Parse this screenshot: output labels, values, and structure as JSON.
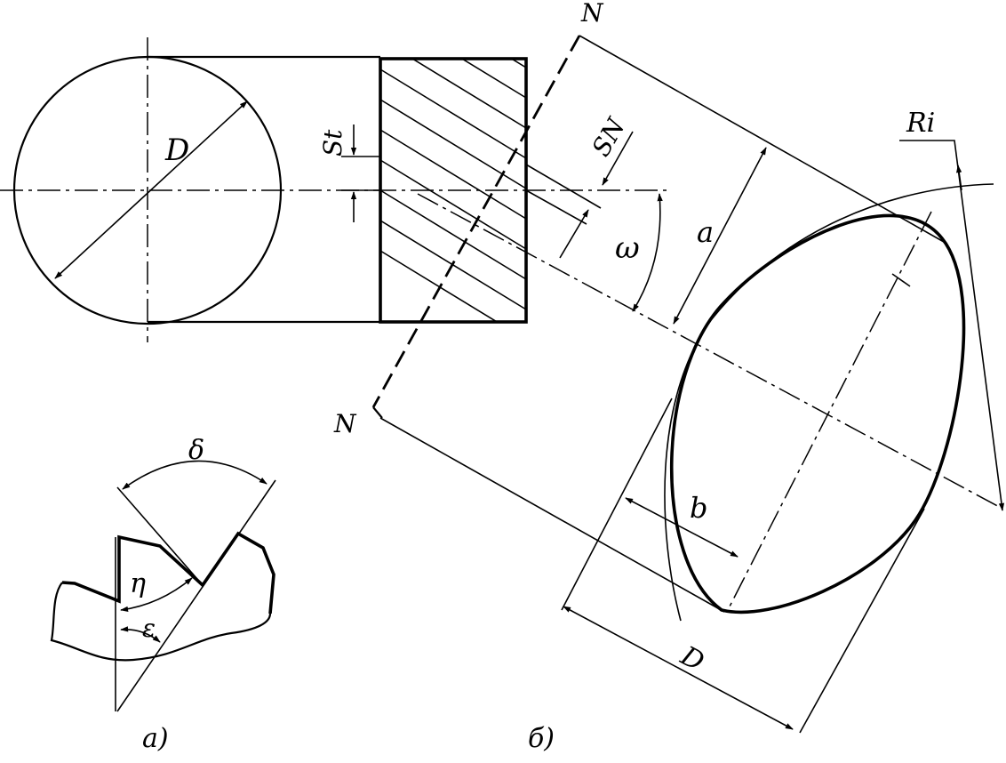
{
  "labels": {
    "D_circle": "D",
    "D_ellipse": "D",
    "St": "St",
    "SN": "SN",
    "omega": "ω",
    "a": "a",
    "b": "b",
    "Ri": "Ri",
    "N_top": "N",
    "N_bottom": "N",
    "delta": "δ",
    "eta": "η",
    "epsilon": "ε"
  },
  "captions": {
    "left": "а)",
    "right": "б)"
  }
}
